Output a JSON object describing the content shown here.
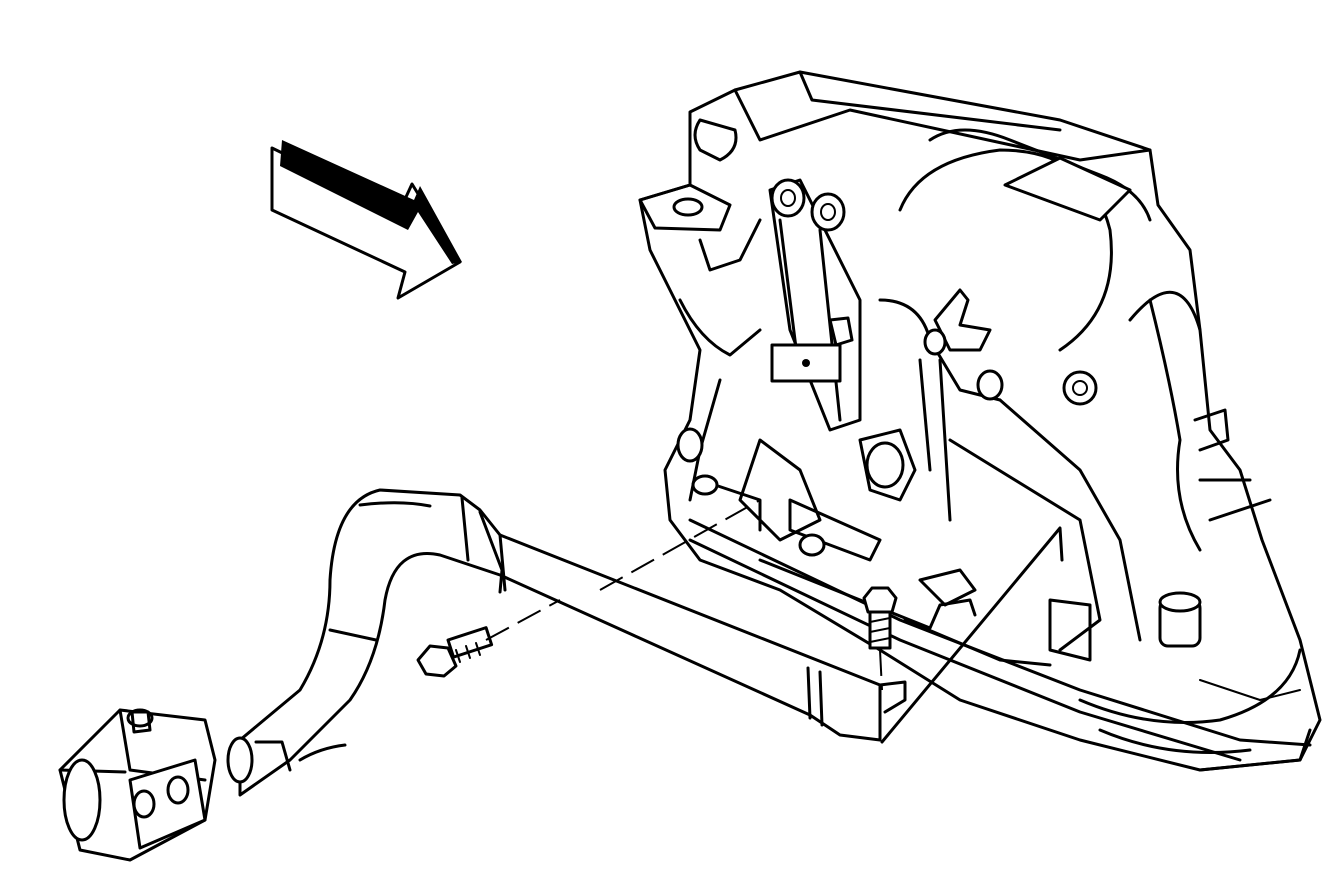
{
  "diagram": {
    "colors": {
      "line": "#000000",
      "background": "#ffffff"
    },
    "components": [
      "direction-arrow",
      "transmission-housing",
      "shift-linkage",
      "support-brace",
      "mount-bracket",
      "bolt-left",
      "bolt-upper",
      "crossmember"
    ]
  }
}
